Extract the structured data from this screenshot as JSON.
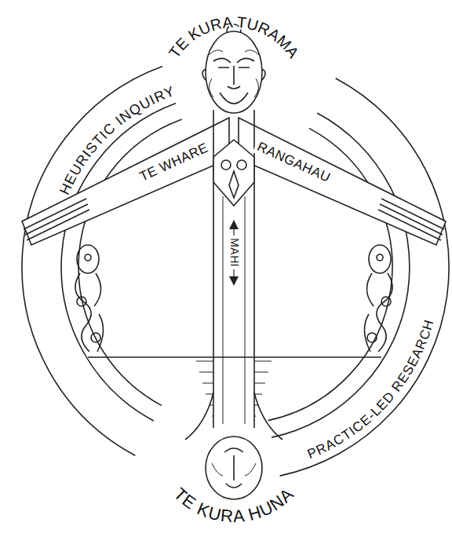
{
  "diagram": {
    "labels": [
      "TE KURA TURAMA",
      "HEURISTIC INQUIRY",
      "TE WHARE",
      "RANGAHAU",
      "MAHI",
      "PRACTICE-LED RESEARCH",
      "TE KURA HUNA"
    ]
  }
}
